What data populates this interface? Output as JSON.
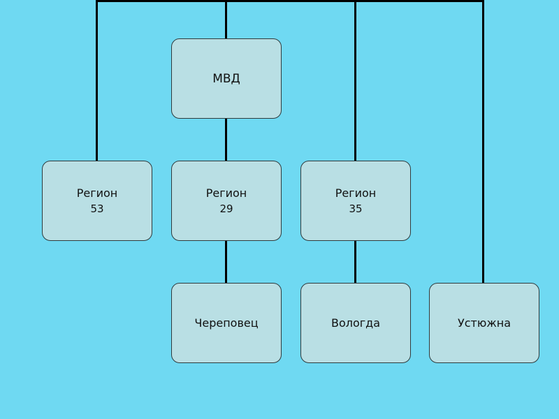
{
  "diagram": {
    "root": {
      "label": "МВД"
    },
    "regions": [
      {
        "label": "Регион",
        "number": "53"
      },
      {
        "label": "Регион",
        "number": "29"
      },
      {
        "label": "Регион",
        "number": "35"
      }
    ],
    "cities": [
      {
        "label": "Череповец"
      },
      {
        "label": "Вологда"
      },
      {
        "label": "Устюжна"
      }
    ]
  },
  "colors": {
    "background": "#6fd9f2",
    "box_fill": "#b9dfe4",
    "box_border": "#2f3b3d",
    "connector": "#000000"
  }
}
